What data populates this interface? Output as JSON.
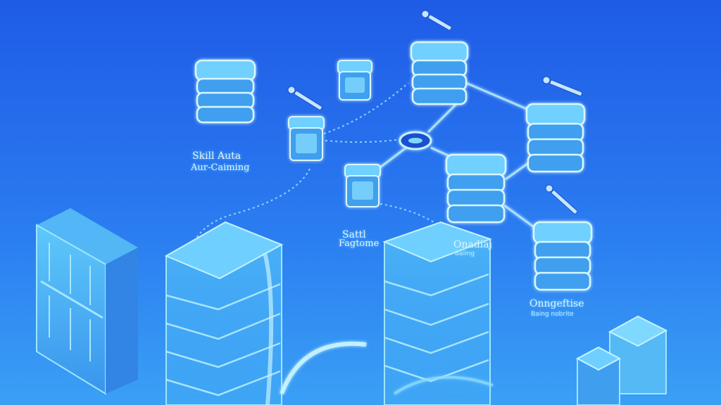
{
  "labels": {
    "left_title": "Skill Auta",
    "left_subtitle": "Aur-Caiming",
    "center_title": "Sattl",
    "center_subtitle": "Fagtome",
    "right_title": "Onadiaj",
    "right_subtitle": "Baling",
    "bottom_right_title": "Onngeftise",
    "bottom_right_subtitle": "Baing nobrite"
  },
  "colors": {
    "background_top": "#1f5be6",
    "background_bottom": "#3aa0f5",
    "node_glow": "#9fe6ff",
    "node_face": "#4fb9f5",
    "connector": "#b8ecff"
  },
  "icons": {
    "node": "server-stack-icon",
    "hub": "hub-ring-icon",
    "probe": "probe-icon",
    "rack": "server-rack-icon"
  }
}
